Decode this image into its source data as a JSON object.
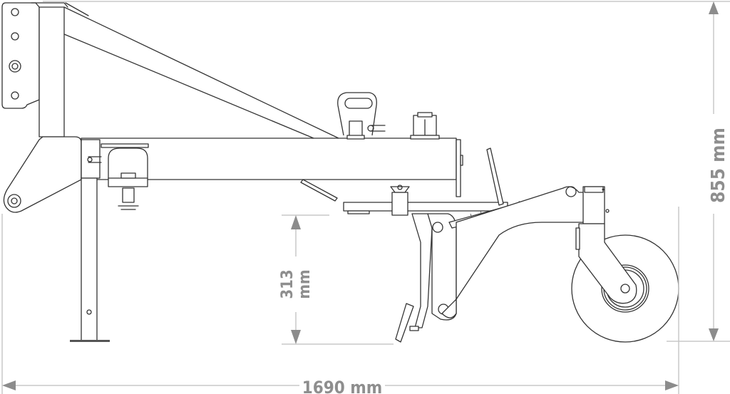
{
  "drawing": {
    "subject": "side-view line drawing of a tractor-mounted subsoiler / ripper with depth wheel",
    "line_color": "#333333",
    "dimension_color": "#8e8e8e",
    "dimension_line_color": "#c8c8c8"
  },
  "dimensions": {
    "overall_length": {
      "value": "1690",
      "unit": "mm",
      "label": "1690 mm"
    },
    "overall_height": {
      "value": "855",
      "unit": "mm",
      "label": "855 mm"
    },
    "working_depth": {
      "value": "313",
      "unit": "mm",
      "label_value": "313",
      "label_unit": "mm"
    }
  },
  "parts": [
    "three-point-hitch-plate",
    "mast",
    "diagonal-brace",
    "main-beam",
    "parking-stand",
    "lift-handle",
    "nut-bolt",
    "ripper-tine",
    "depth-wheel-arm",
    "depth-wheel"
  ]
}
